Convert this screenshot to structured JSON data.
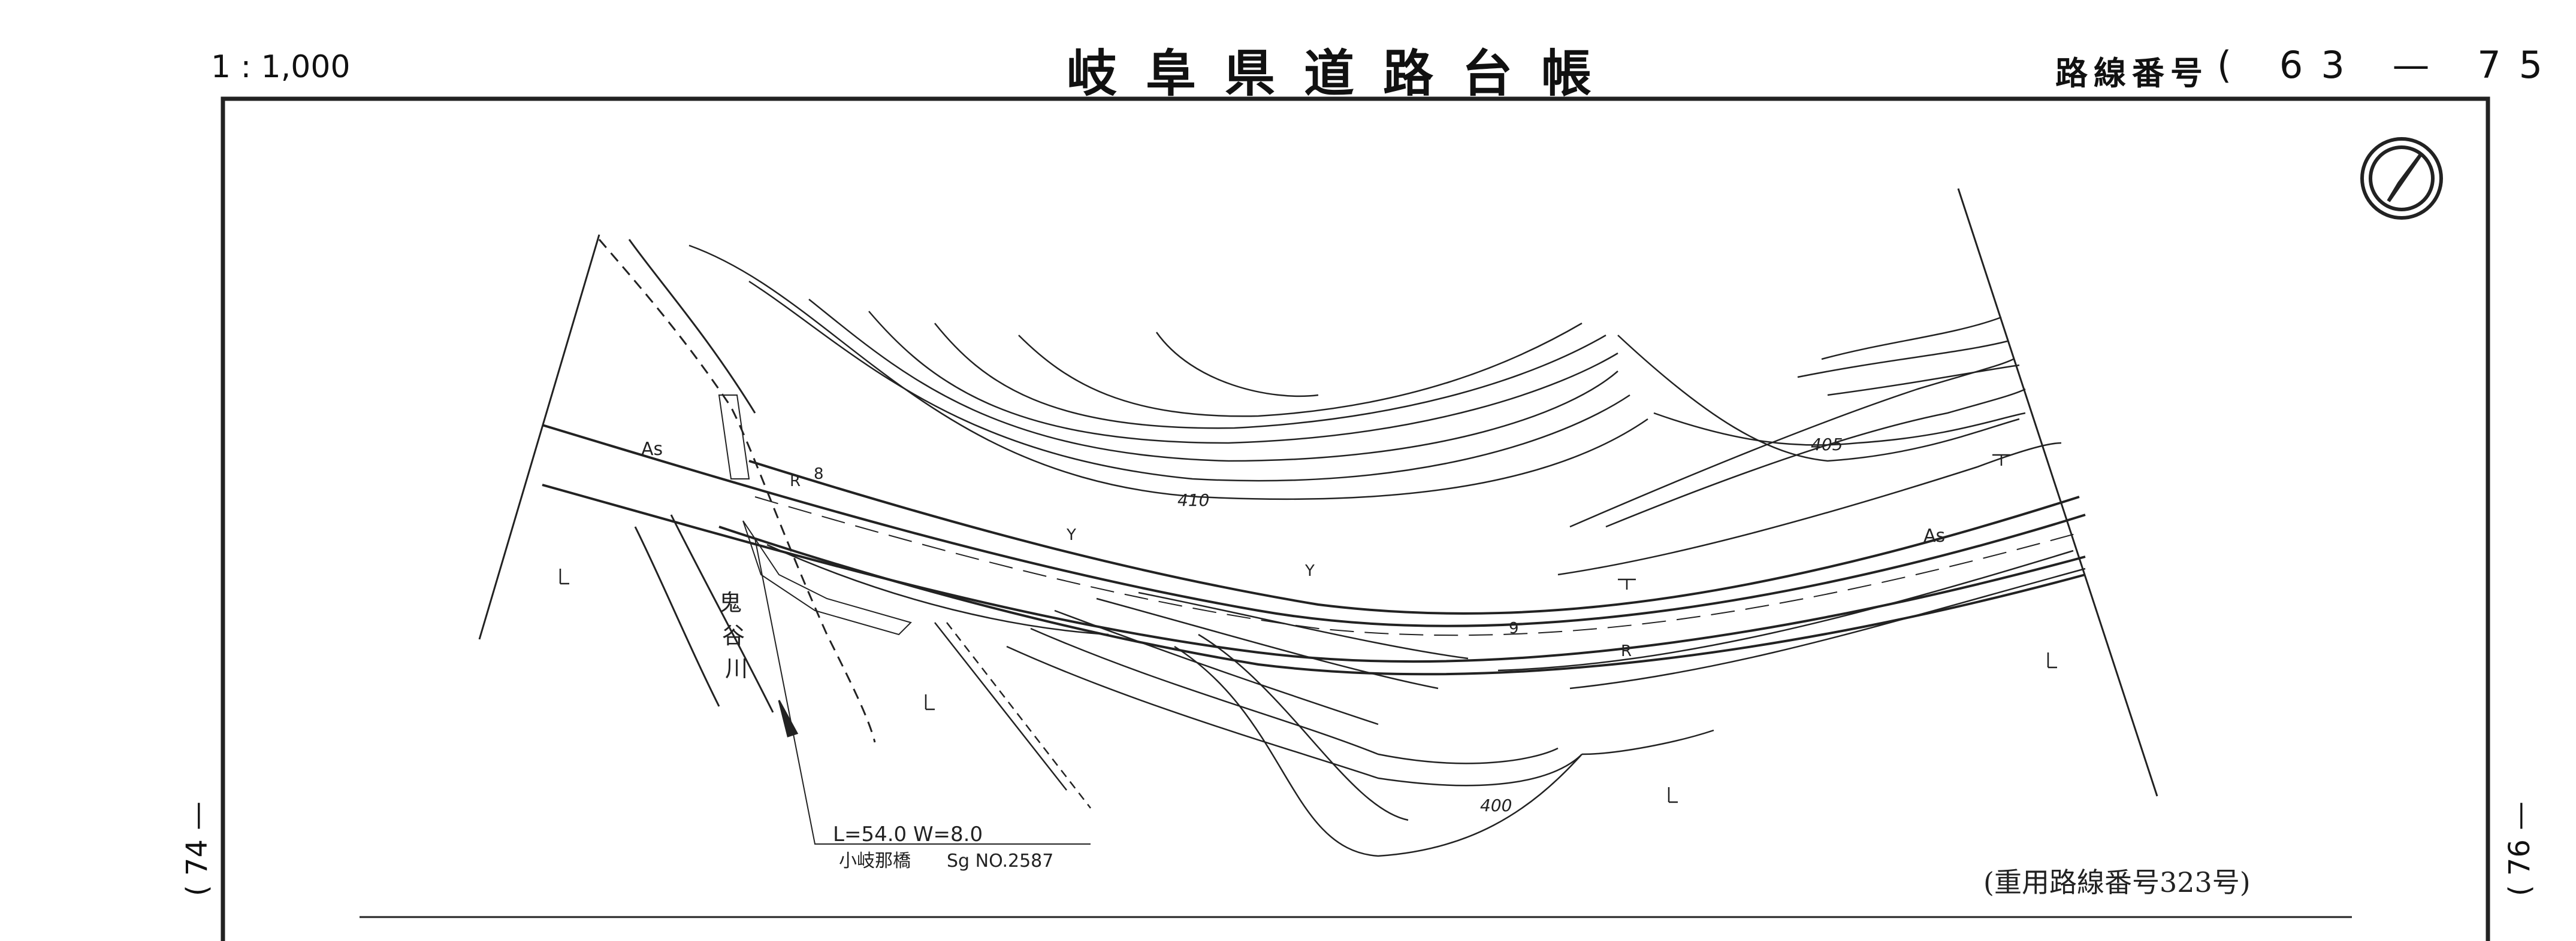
{
  "header": {
    "scale": "1 : 1,000",
    "title": "岐阜県道路台帳",
    "route_label": "路線番号",
    "route_number": "( 63 — 75 )"
  },
  "page_refs": {
    "prev": "( 74 —",
    "next": "( 76 —"
  },
  "map": {
    "road_surface": "As",
    "road_surface_right": "As",
    "edge_marks": {
      "r": "R",
      "y": "Y"
    },
    "width_marks": [
      "8",
      "9"
    ],
    "contours": [
      "410",
      "405",
      "400"
    ],
    "river_name": [
      "鬼",
      "谷",
      "川"
    ],
    "bridge_dims": "L=54.0   W=8.0",
    "bridge_name": "小岐那橋",
    "bridge_code": "Sg   NO.2587",
    "overlap_note": "(重用路線番号323号)"
  },
  "icons": {
    "north_arrow": "north-arrow-icon",
    "land_mark": "wasteland-symbol",
    "forest_mark": "forest-symbol",
    "culvert_mark": "culvert-symbol"
  }
}
